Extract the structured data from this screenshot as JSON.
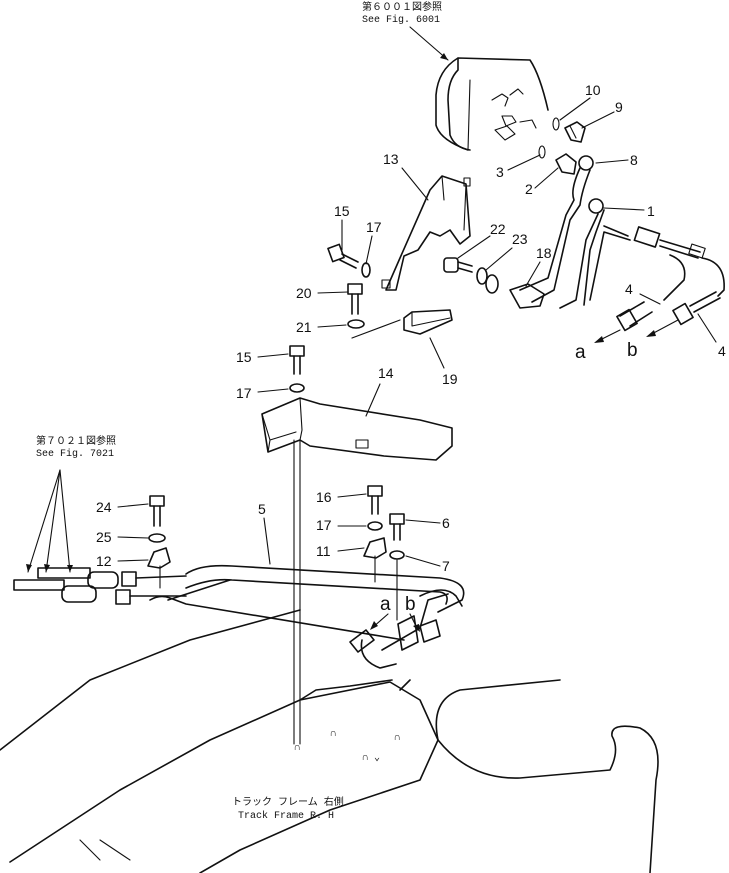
{
  "references": {
    "fig6001_jp": "第６００１図参照",
    "fig6001_en": "See Fig. 6001",
    "fig7021_jp": "第７０２１図参照",
    "fig7021_en": "See Fig. 7021",
    "frame_jp": "トラック フレーム 右側",
    "frame_en": "Track Frame R. H"
  },
  "part_numbers": {
    "p1": "1",
    "p2": "2",
    "p3": "3",
    "p4a": "4",
    "p4b": "4",
    "p5": "5",
    "p6": "6",
    "p7": "7",
    "p8": "8",
    "p9": "9",
    "p10": "10",
    "p11": "11",
    "p12": "12",
    "p13": "13",
    "p14": "14",
    "p15a": "15",
    "p15b": "15",
    "p16": "16",
    "p17a": "17",
    "p17b": "17",
    "p17c": "17",
    "p18": "18",
    "p19": "19",
    "p20": "20",
    "p21": "21",
    "p22": "22",
    "p23": "23",
    "p24": "24",
    "p25": "25"
  },
  "connection_labels": {
    "a_top": "a",
    "b_top": "b",
    "a_bottom": "a",
    "b_bottom": "b"
  }
}
